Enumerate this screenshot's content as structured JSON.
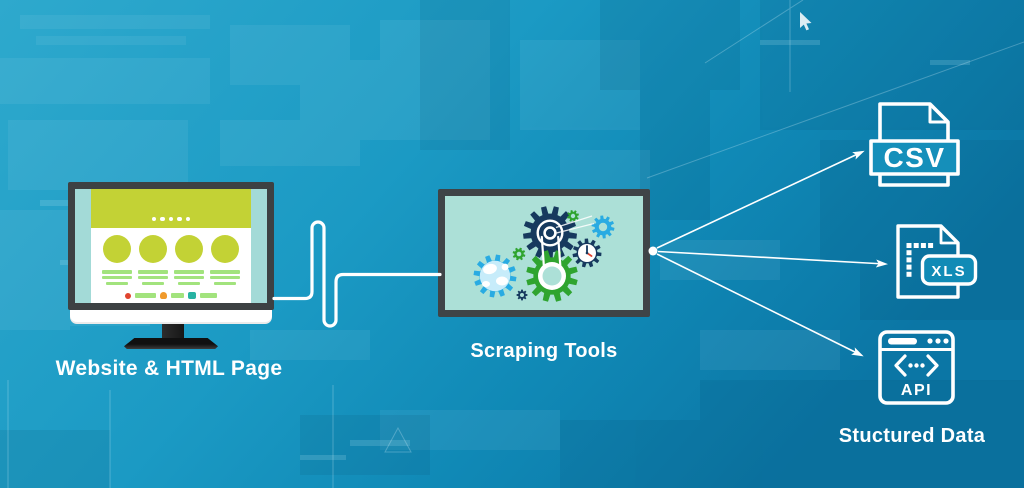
{
  "palette": {
    "background_top_left": "#2ea9cd",
    "background_bottom_right": "#0b76a5",
    "connector_white": "#ffffff",
    "monitor_bezel": "#3d4143",
    "screen_teal": "#a3dad7",
    "screen_lime": "#c3d235",
    "screen_line_green": "#a2e37d",
    "panel_bg": "#ace0d7",
    "gear_navy": "#16395e",
    "gear_green": "#2fa42f",
    "gear_cyan": "#29abe2",
    "globe_light_blue": "#c7ecfa",
    "accent_red": "#e0442f",
    "accent_orange": "#f09a2c",
    "accent_teal": "#27b3a2"
  },
  "diagram": {
    "website": {
      "label": "Website & HTML Page"
    },
    "scraper": {
      "label": "Scraping Tools"
    },
    "outputs": {
      "label": "Stuctured Data",
      "files": [
        {
          "icon": "csv-file-icon",
          "label": "CSV"
        },
        {
          "icon": "xls-file-icon",
          "label": "XLS"
        },
        {
          "icon": "api-icon",
          "label": "API"
        }
      ]
    }
  }
}
